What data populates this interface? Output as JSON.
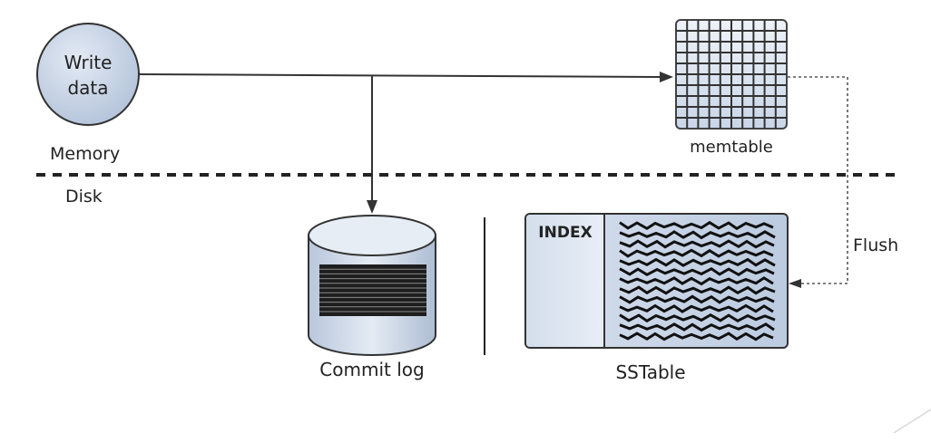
{
  "labels": {
    "write_line1": "Write",
    "write_line2": "data",
    "memory": "Memory",
    "disk": "Disk",
    "memtable": "memtable",
    "flush": "Flush",
    "commit_log": "Commit log",
    "index": "INDEX",
    "sstable": "SSTable"
  },
  "colors": {
    "node_fill": "#c9d6e8",
    "node_stroke": "#333333",
    "line": "#333333",
    "text": "#222222",
    "background": "#ffffff"
  }
}
